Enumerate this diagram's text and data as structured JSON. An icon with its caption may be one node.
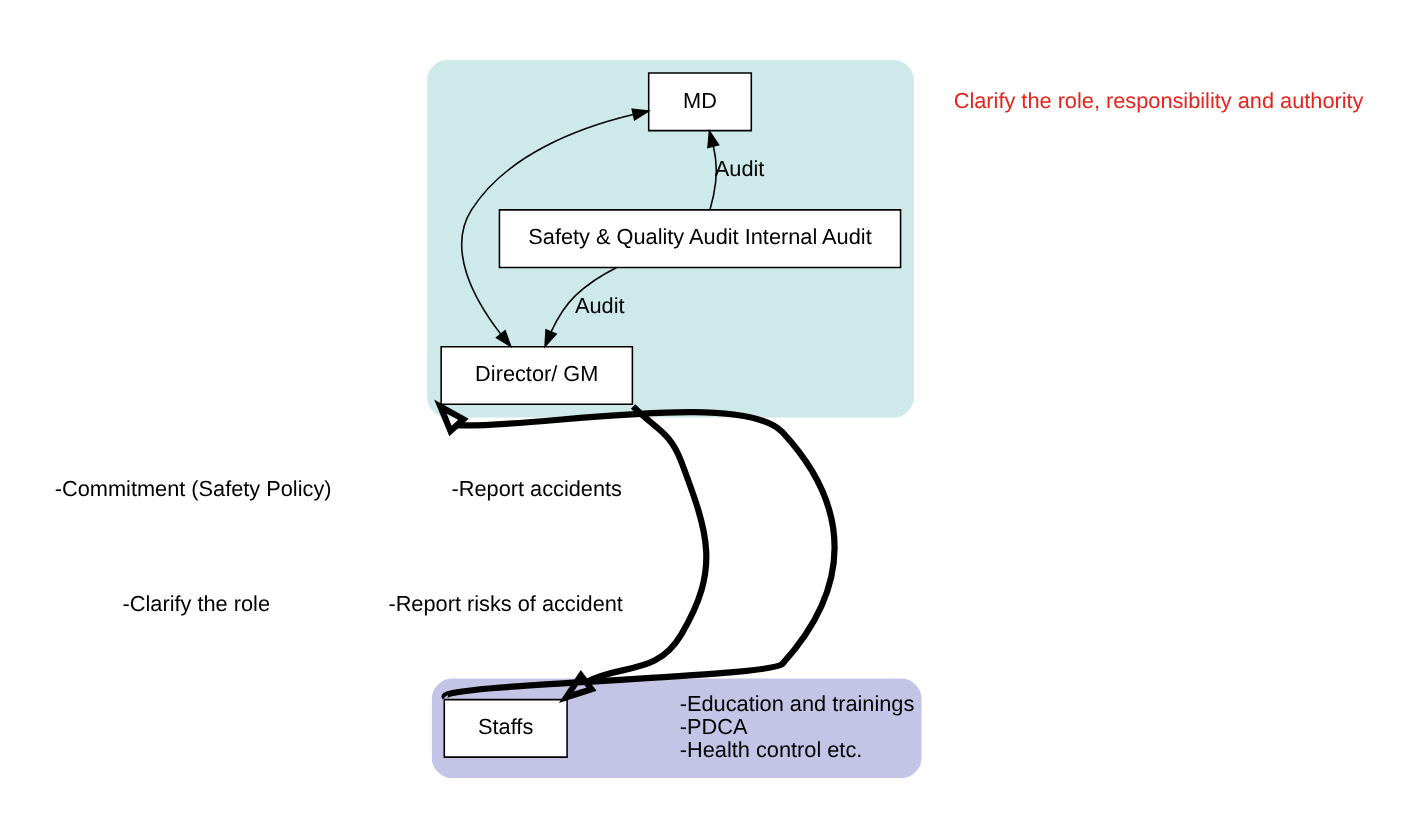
{
  "diagram": {
    "nodes": [
      {
        "text": [],
        "shape": "box"
      },
      {
        "text": [
          "MD"
        ],
        "in": 0
      },
      {
        "text": [
          "Director/ GM"
        ],
        "in": 0
      },
      {
        "text": [
          "Safety & Quality Audit Internal Audit"
        ],
        "in": 0
      },
      {
        "text": [],
        "shape": "box"
      },
      {
        "text": [
          "Staffs"
        ],
        "in": 4,
        "beside": [
          "-Education and trainings",
          "-PDCA",
          "-Health control etc."
        ]
      }
    ],
    "edges": [
      {
        "from": 1,
        "to": 2,
        "arrow": "both"
      },
      {
        "from": 3,
        "to": 1,
        "arrow": "to",
        "label": "Audit"
      },
      {
        "from": 3,
        "to": 2,
        "arrow": "to",
        "label": "Audit"
      },
      {
        "from": 5,
        "to": 2,
        "arrow": "to",
        "style": "thick"
      },
      {
        "from": 2,
        "to": 5,
        "arrow": "to",
        "style": "thick"
      }
    ],
    "labels": [
      "Clarify the role, responsibility and authority",
      "-Report accidents",
      "-Report risks of accident",
      "-Commitment (Safety Policy)",
      "-Clarify the role"
    ]
  }
}
